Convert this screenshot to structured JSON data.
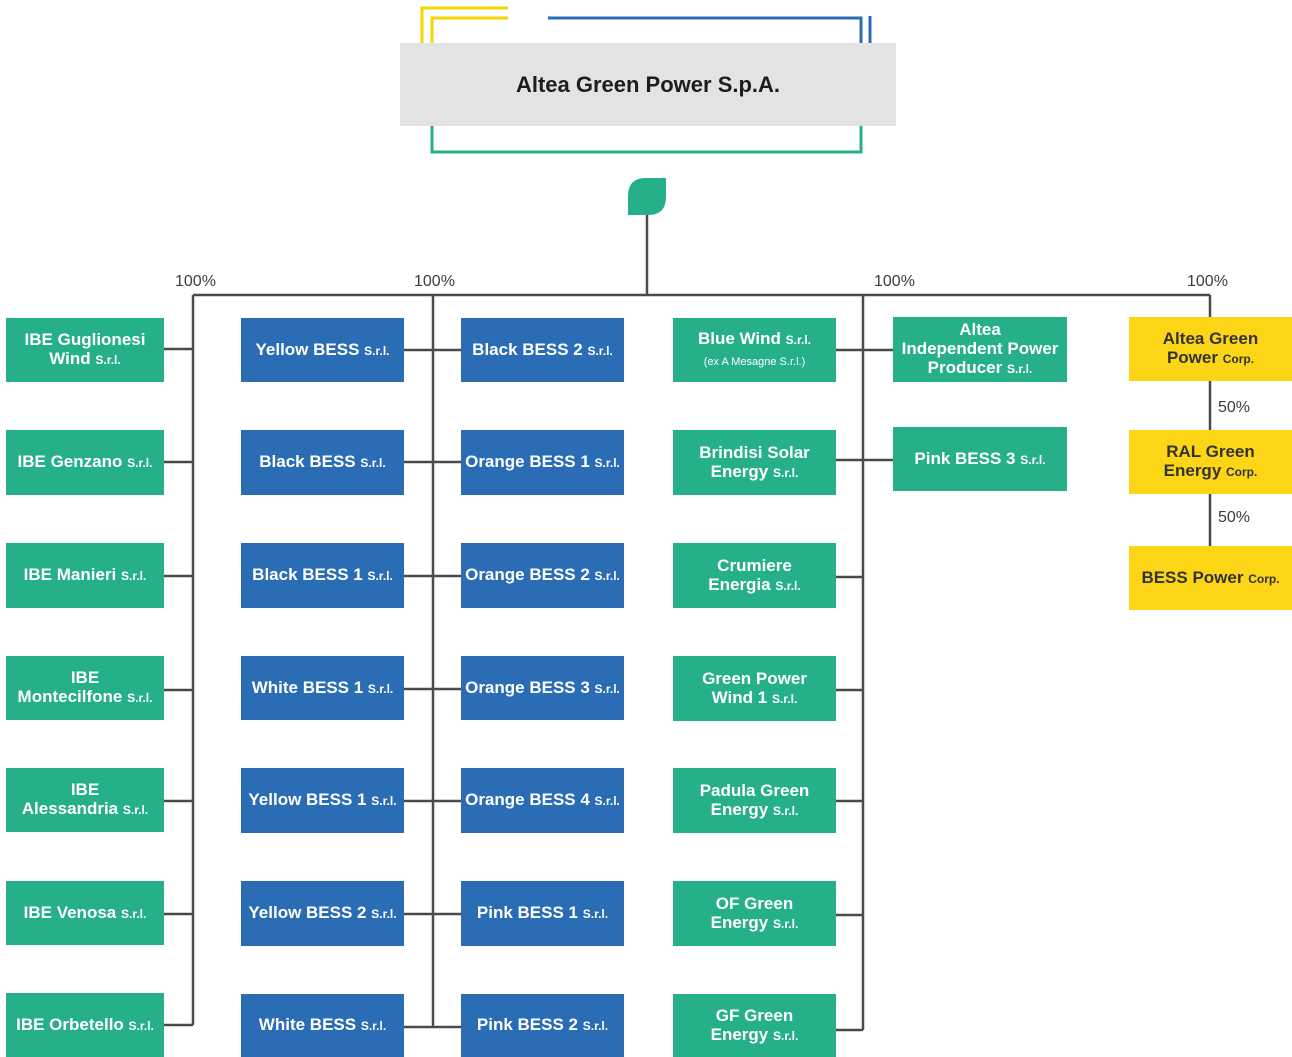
{
  "parent": {
    "name": "Altea Green Power S.p.A."
  },
  "ownership": {
    "col1": "100%",
    "col2": "100%",
    "col4": "100%",
    "col6": "100%",
    "ral": "50%",
    "bess": "50%"
  },
  "columns": {
    "col1": [
      {
        "name": "IBE Guglionesi",
        "line2": "Wind",
        "suffix": "S.r.l."
      },
      {
        "name": "IBE Genzano",
        "suffix": "S.r.l."
      },
      {
        "name": "IBE Manieri",
        "suffix": "S.r.l."
      },
      {
        "name": "IBE",
        "line2": "Montecilfone",
        "suffix": "S.r.l."
      },
      {
        "name": "IBE",
        "line2": "Alessandria",
        "suffix": "S.r.l."
      },
      {
        "name": "IBE Venosa",
        "suffix": "S.r.l."
      },
      {
        "name": "IBE Orbetello",
        "suffix": "S.r.l."
      }
    ],
    "col2": [
      {
        "name": "Yellow BESS",
        "suffix": "S.r.l."
      },
      {
        "name": "Black BESS",
        "suffix": "S.r.l."
      },
      {
        "name": "Black BESS 1",
        "suffix": "S.r.l."
      },
      {
        "name": "White BESS 1",
        "suffix": "S.r.l."
      },
      {
        "name": "Yellow BESS 1",
        "suffix": "S.r.l."
      },
      {
        "name": "Yellow BESS 2",
        "suffix": "S.r.l."
      },
      {
        "name": "White BESS",
        "suffix": "S.r.l."
      }
    ],
    "col3": [
      {
        "name": "Black BESS 2",
        "suffix": "S.r.l."
      },
      {
        "name": "Orange BESS 1",
        "suffix": "S.r.l."
      },
      {
        "name": "Orange BESS 2",
        "suffix": "S.r.l."
      },
      {
        "name": "Orange BESS 3",
        "suffix": "S.r.l."
      },
      {
        "name": "Orange BESS 4",
        "suffix": "S.r.l."
      },
      {
        "name": "Pink BESS 1",
        "suffix": "S.r.l."
      },
      {
        "name": "Pink BESS 2",
        "suffix": "S.r.l."
      }
    ],
    "col4": [
      {
        "name": "Blue Wind",
        "suffix": "S.r.l.",
        "note": "(ex A Mesagne S.r.l.)"
      },
      {
        "name": "Brindisi Solar",
        "line2": "Energy",
        "suffix": "S.r.l."
      },
      {
        "name": "Crumiere",
        "line2": "Energia",
        "suffix": "S.r.l."
      },
      {
        "name": "Green Power",
        "line2": "Wind 1",
        "suffix": "S.r.l."
      },
      {
        "name": "Padula Green",
        "line2": "Energy",
        "suffix": "S.r.l."
      },
      {
        "name": "OF Green",
        "line2": "Energy",
        "suffix": "S.r.l."
      },
      {
        "name": "GF Green",
        "line2": "Energy",
        "suffix": "S.r.l."
      }
    ],
    "col5": [
      {
        "name": "Altea",
        "line2": "Independent Power",
        "line3": "Producer",
        "suffix": "S.r.l."
      },
      {
        "name": "Pink BESS 3",
        "suffix": "S.r.l."
      }
    ],
    "col6": [
      {
        "name": "Altea Green",
        "line2": "Power",
        "suffix": "Corp."
      },
      {
        "name": "RAL Green",
        "line2": "Energy",
        "suffix": "Corp."
      },
      {
        "name": "BESS Power",
        "suffix": "Corp."
      }
    ]
  },
  "colors": {
    "green": "#26b089",
    "blue": "#2a6db5",
    "yellow": "#fcd616",
    "line": "#4a4a4a",
    "accent_yellow": "#f5d400",
    "accent_blue": "#2a6db5",
    "accent_green": "#26b089"
  }
}
